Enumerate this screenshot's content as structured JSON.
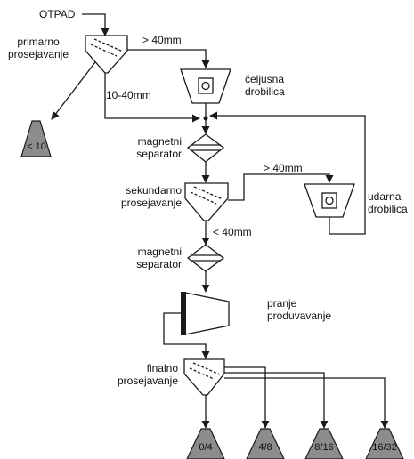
{
  "labels": {
    "input": "OTPAD",
    "primary_screening": [
      "primarno",
      "prosejavanje"
    ],
    "over_40": "> 40mm",
    "jaw_crusher": [
      "čeljusna",
      "drobilica"
    ],
    "range_10_40": "10-40mm",
    "pile_under_10": "< 10",
    "magnetic_separator_1": [
      "magnetni",
      "separator"
    ],
    "secondary_screening": [
      "sekundarno",
      "prosejavanje"
    ],
    "over_40_secondary": "> 40mm",
    "impact_crusher": [
      "udarna",
      "drobilica"
    ],
    "under_40": "< 40mm",
    "magnetic_separator_2": [
      "magnetni",
      "separator"
    ],
    "washing": [
      "pranje",
      "produvavanje"
    ],
    "final_screening": [
      "finalno",
      "prosejavanje"
    ],
    "pile_0_4": "0/4",
    "pile_4_8": "4/8",
    "pile_8_16": "8/16",
    "pile_16_32": "16/32"
  },
  "colors": {
    "line": "#1a1a1a",
    "pile_fill": "#8c8c8c",
    "equipment_fill": "#ffffff"
  }
}
